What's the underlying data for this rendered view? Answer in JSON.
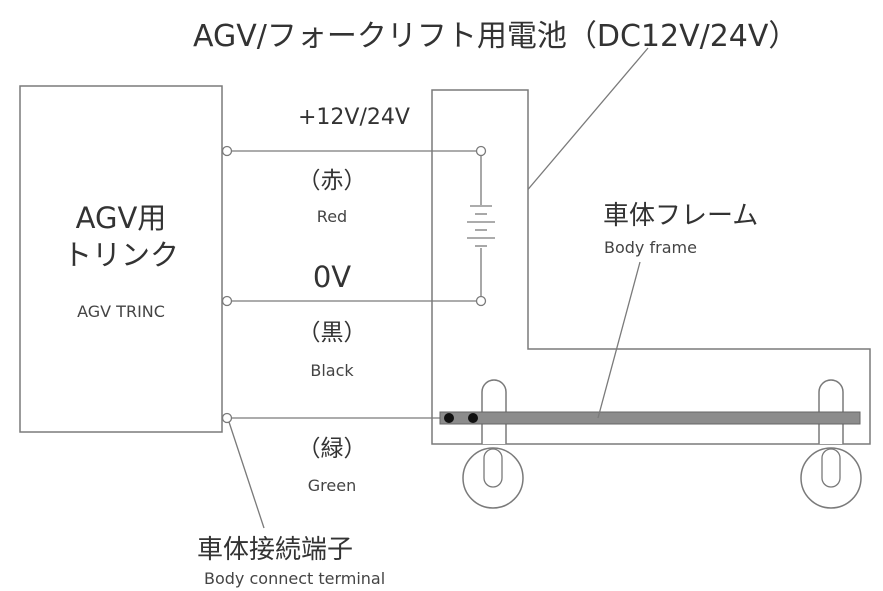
{
  "battery": {
    "label": "AGV/フォークリフト用電池（DC12V/24V）"
  },
  "trinc": {
    "title_line1": "AGV用",
    "title_line2": "トリンク",
    "subtitle": "AGV TRINC"
  },
  "wires": {
    "positive": {
      "voltage": "+12V/24V",
      "color_jp": "（赤）",
      "color_en": "Red"
    },
    "negative": {
      "voltage": "0V",
      "color_jp": "（黒）",
      "color_en": "Black"
    },
    "ground": {
      "color_jp": "（緑）",
      "color_en": "Green"
    }
  },
  "body_frame": {
    "label_jp": "車体フレーム",
    "label_en": "Body frame"
  },
  "terminal": {
    "label_jp": "車体接続端子",
    "label_en": "Body connect terminal"
  },
  "colors": {
    "line": "#7a7a7a",
    "frame_bar": "#8c8c8c",
    "text": "#333333",
    "terminal_dot": "#111111"
  }
}
